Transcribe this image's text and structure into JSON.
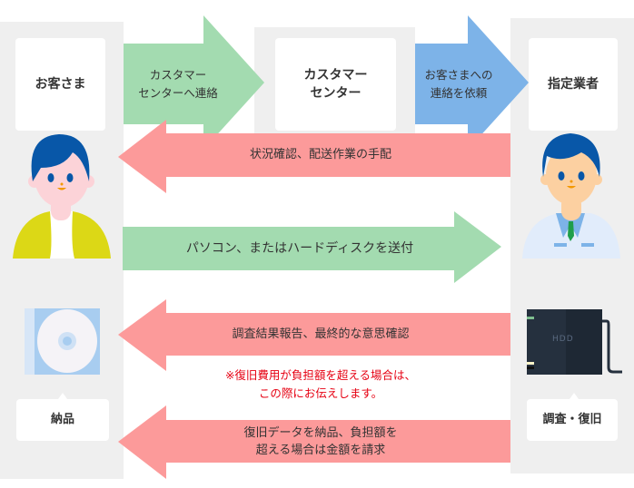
{
  "columns": {
    "customer": {
      "label": "お客さま",
      "bottom_label": "納品"
    },
    "center": {
      "label_line1": "カスタマー",
      "label_line2": "センター"
    },
    "vendor": {
      "label": "指定業者",
      "bottom_label": "調査・復旧"
    }
  },
  "arrows": {
    "contact_center": {
      "line1": "カスタマー",
      "line2": "センターへ連絡"
    },
    "request_contact": {
      "line1": "お客さまへの",
      "line2": "連絡を依頼"
    },
    "status_check": {
      "text": "状況確認、配送作業の手配"
    },
    "send_device": {
      "text": "パソコン、またはハードディスクを送付"
    },
    "report": {
      "text": "調査結果報告、最終的な意思確認"
    },
    "deliver": {
      "line1": "復旧データを納品、負担額を",
      "line2": "超える場合は金額を請求"
    }
  },
  "note": {
    "line1": "※復旧費用が負担額を超える場合は、",
    "line2": "この際にお伝えします。"
  },
  "hdd_label": "HDD",
  "colors": {
    "green": "#a3dbb0",
    "blue": "#7db3e8",
    "pink": "#fc9a9a",
    "gray": "#efefef",
    "note_red": "#e60012"
  }
}
